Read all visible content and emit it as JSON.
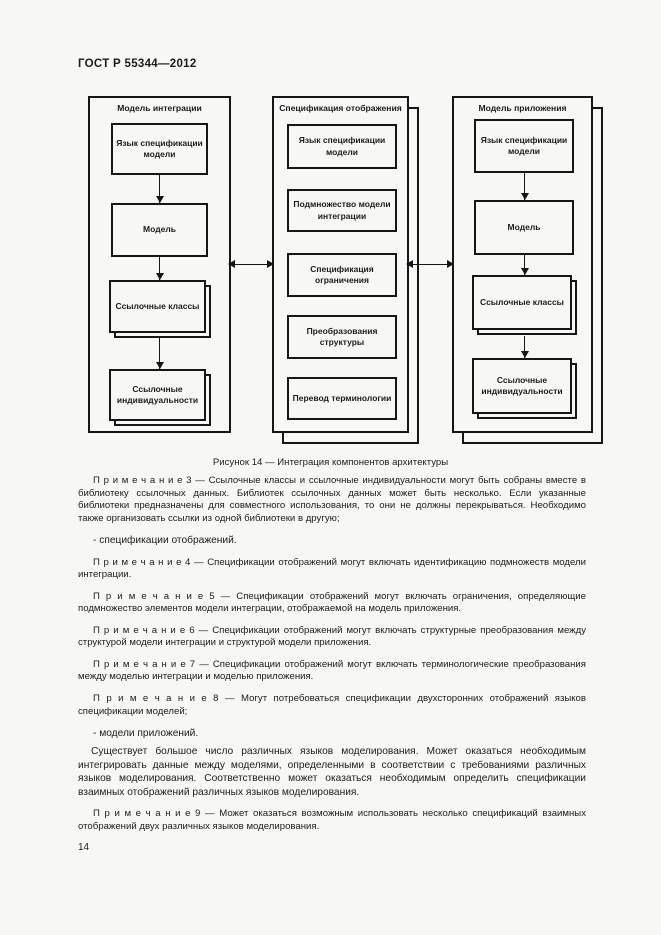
{
  "page": {
    "header": "ГОСТ Р 55344—2012",
    "page_number": "14"
  },
  "diagram": {
    "caption": "Рисунок 14 — Интеграция компонентов архитектуры",
    "columns": [
      {
        "title": "Модель интеграции",
        "boxes": [
          "Язык спецификации модели",
          "Модель",
          "Ссылочные классы",
          "Ссылочные индивидуальности"
        ]
      },
      {
        "title": "Спецификация отображения",
        "boxes": [
          "Язык спецификации модели",
          "Подмножество модели интеграции",
          "Спецификация ограничения",
          "Преобразования структуры",
          "Перевод терминологии"
        ]
      },
      {
        "title": "Модель приложения",
        "boxes": [
          "Язык спецификации модели",
          "Модель",
          "Ссылочные классы",
          "Ссылочные индивидуальности"
        ]
      }
    ]
  },
  "content": {
    "blocks": [
      {
        "type": "note",
        "text": "П р и м е ч а н и е  3 — Ссылочные классы и ссылочные индивидуальности могут быть собраны вместе в библиотеку ссылочных данных. Библиотек ссылочных данных может быть несколько. Если указанные библиотеки предназначены для совместного использования, то они не должны перекрываться. Необходимо также организовать ссылки из одной библиотеки в другую;"
      },
      {
        "type": "list",
        "text": "- спецификации отображений."
      },
      {
        "type": "note",
        "text": "П р и м е ч а н и е  4 — Спецификации отображений могут включать идентификацию подмножеств модели интеграции."
      },
      {
        "type": "note",
        "text": "П р и м е ч а н и е  5 — Спецификации отображений могут включать ограничения, определяющие подмножество элементов модели интеграции, отображаемой на модель приложения."
      },
      {
        "type": "note",
        "text": "П р и м е ч а н и е  6 — Спецификации отображений могут включать структурные преобразования между структурой модели интеграции и структурой модели приложения."
      },
      {
        "type": "note",
        "text": "П р и м е ч а н и е  7 — Спецификации отображений могут включать терминологические преобразования между моделью интеграции и моделью приложения."
      },
      {
        "type": "note",
        "text": "П р и м е ч а н и е  8 — Могут потребоваться спецификации двухсторонних отображений языков спецификации моделей;"
      },
      {
        "type": "list",
        "text": "- модели приложений."
      },
      {
        "type": "para",
        "text": "Существует большое число различных языков моделирования. Может оказаться необходимым интегрировать данные между моделями, определенными в соответствии с требованиями различных языков моделирования. Соответственно может оказаться необходимым определить спецификации взаимных отображений различных языков моделирования."
      },
      {
        "type": "note",
        "text": "П р и м е ч а н и е  9 — Может оказаться возможным использовать несколько спецификаций взаимных отображений двух различных языков моделирования."
      }
    ]
  }
}
